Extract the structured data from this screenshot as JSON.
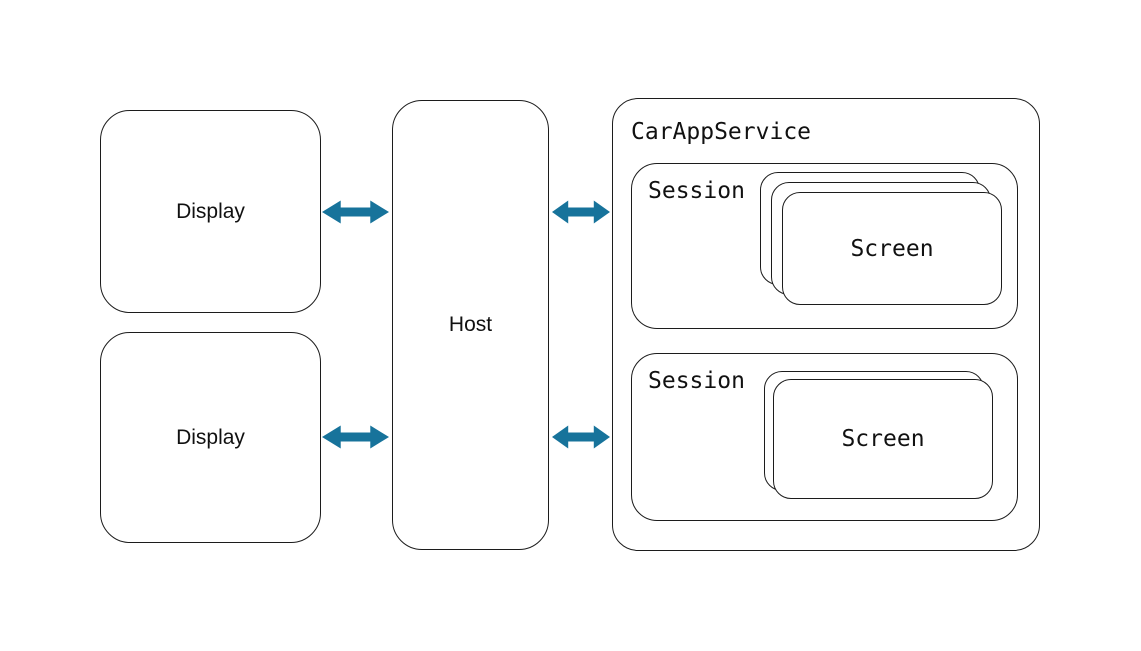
{
  "colors": {
    "arrow": "#17739B",
    "border": "#1c1c1c",
    "background": "#FFFFFF"
  },
  "nodes": {
    "display1": {
      "label": "Display"
    },
    "display2": {
      "label": "Display"
    },
    "host": {
      "label": "Host"
    },
    "car_app_service": {
      "label": "CarAppService"
    },
    "session1": {
      "label": "Session",
      "screen_label": "Screen",
      "stacked_cards": 3
    },
    "session2": {
      "label": "Session",
      "screen_label": "Screen",
      "stacked_cards": 2
    }
  },
  "connections": [
    {
      "from": "display1",
      "to": "host",
      "type": "bidirectional"
    },
    {
      "from": "display2",
      "to": "host",
      "type": "bidirectional"
    },
    {
      "from": "host",
      "to": "car_app_service",
      "type": "bidirectional"
    },
    {
      "from": "host",
      "to": "car_app_service",
      "type": "bidirectional"
    }
  ]
}
